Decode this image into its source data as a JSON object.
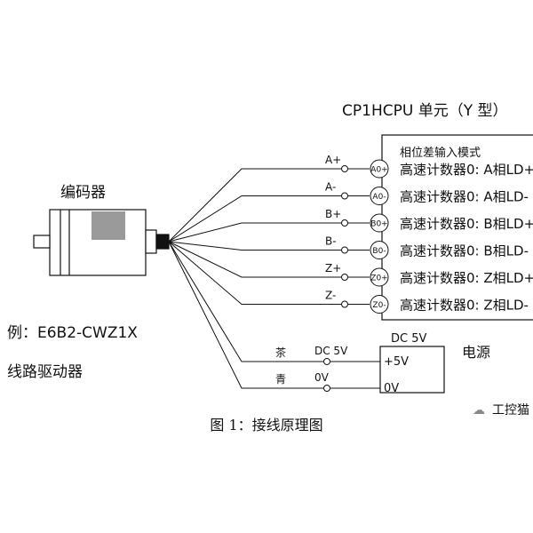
{
  "title": "CP1HCPU 单元（Y 型）",
  "encoder": {
    "label": "编码器",
    "model": "例：E6B2-CWZ1X",
    "driver": "线路驱动器"
  },
  "signals": [
    {
      "wire": "A+",
      "pin": "A0+",
      "desc": "高速计数器0: A相LD+"
    },
    {
      "wire": "A-",
      "pin": "A0-",
      "desc": "高速计数器0: A相LD-"
    },
    {
      "wire": "B+",
      "pin": "B0+",
      "desc": "高速计数器0: B相LD+"
    },
    {
      "wire": "B-",
      "pin": "B0-",
      "desc": "高速计数器0: B相LD-"
    },
    {
      "wire": "Z+",
      "pin": "Z0+",
      "desc": "高速计数器0: Z相LD+"
    },
    {
      "wire": "Z-",
      "pin": "Z0-",
      "desc": "高速计数器0: Z相LD-"
    }
  ],
  "mode_label": "相位差输入模式",
  "power": {
    "label": "电源",
    "header": "DC 5V",
    "lines": [
      {
        "color_label": "茶",
        "supply_label": "DC 5V",
        "terminal": "+5V"
      },
      {
        "color_label": "青",
        "supply_label": "0V",
        "terminal": "0V"
      }
    ]
  },
  "caption": "图 1：接线原理图",
  "watermark": "工控猫",
  "colors": {
    "line": "#111111",
    "box_fill": "#9a9a9a",
    "background": "#ffffff"
  }
}
